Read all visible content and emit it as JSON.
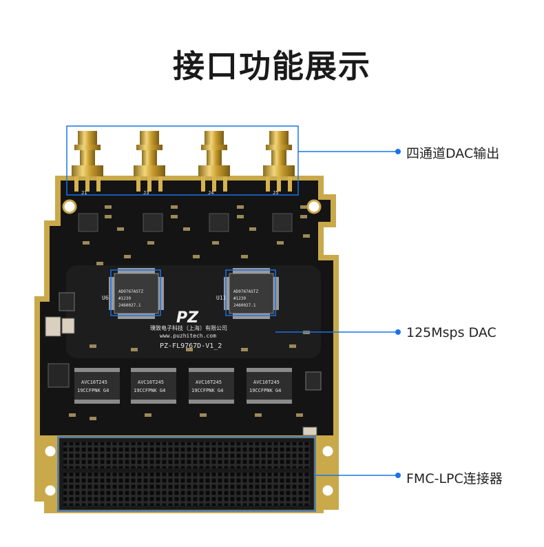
{
  "title": "接口功能展示",
  "callouts": {
    "dac_outputs": "四通道DAC输出",
    "dac_chip": "125Msps DAC",
    "fmc": "FMC-LPC连接器"
  },
  "board": {
    "company": "璞致电子科技（上海）有限公司",
    "website": "www.puzhitech.com",
    "model": "PZ-FL9767D-V1_2",
    "logo": "PZ",
    "dac_marking": [
      "AD9767ASTZ",
      "#1239",
      "2460027.1"
    ],
    "buffer_marking": [
      "AVC16T245",
      "19CCFPNK G4"
    ],
    "ref_designators": [
      "U6",
      "U11",
      "J1",
      "J3",
      "J4",
      "J5"
    ]
  },
  "colors": {
    "accent": "#1a73e8",
    "pcb": "#141414",
    "gold": "#c9a94a",
    "background": "#ffffff"
  }
}
